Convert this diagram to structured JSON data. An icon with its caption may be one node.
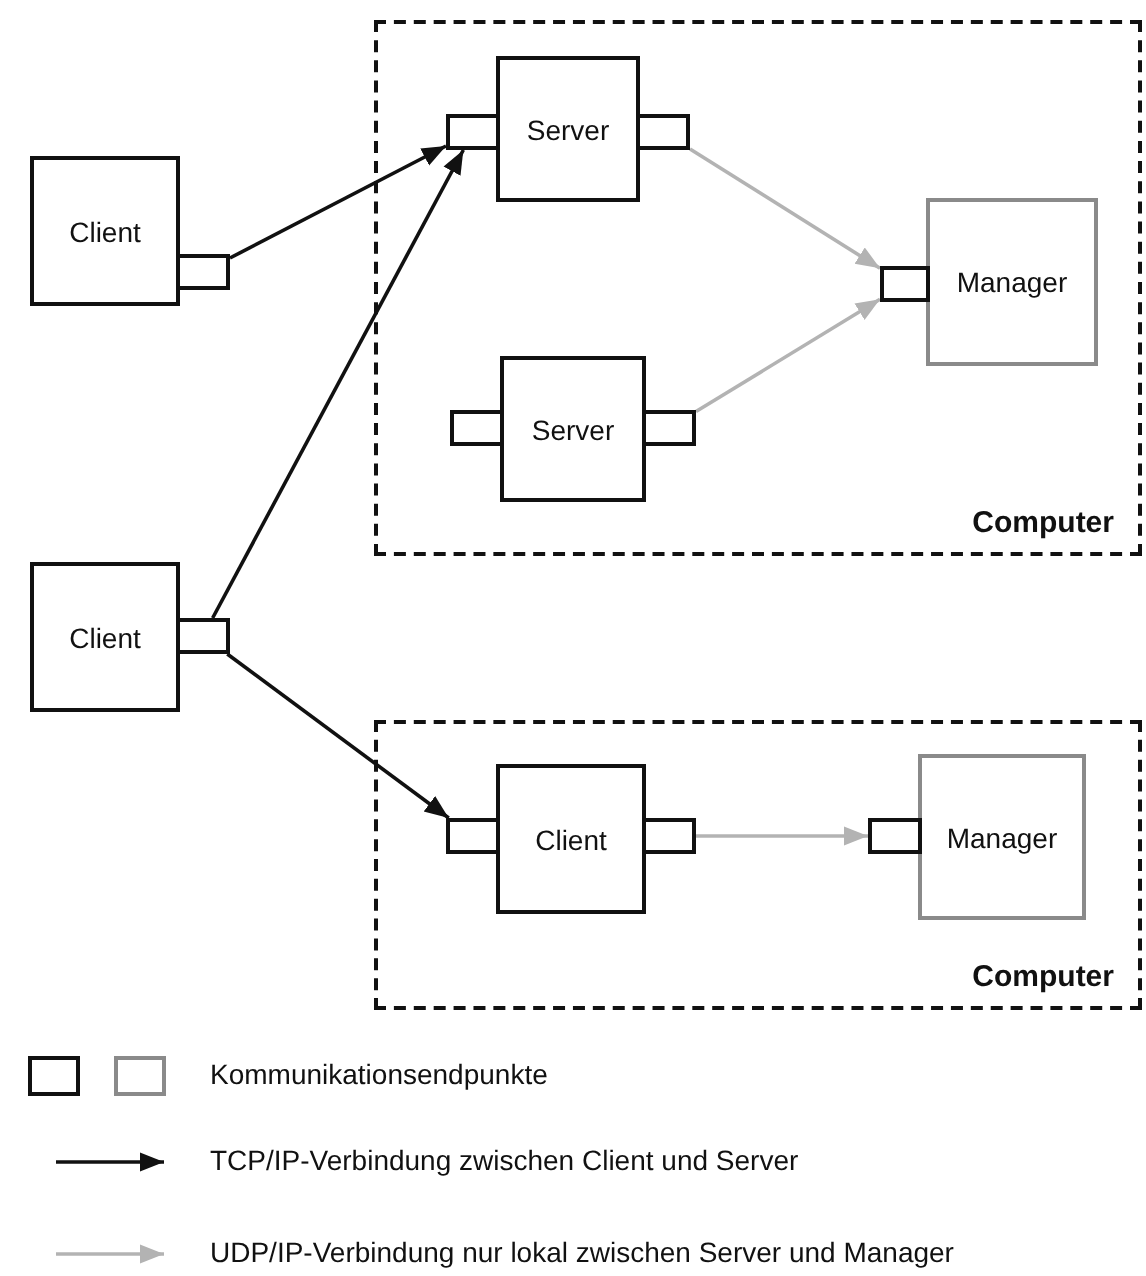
{
  "diagram": {
    "nodes": [
      {
        "text": [
          "Computer"
        ]
      },
      {
        "text": [
          "Server"
        ],
        "in": 0
      },
      {
        "text": [],
        "shape": "box",
        "in": 0
      },
      {
        "text": [],
        "shape": "box",
        "in": 0
      },
      {
        "text": [
          "Manager"
        ],
        "in": 0
      },
      {
        "text": [],
        "shape": "box",
        "in": 0
      },
      {
        "text": [
          "Server"
        ],
        "in": 0
      },
      {
        "text": [],
        "shape": "box",
        "in": 0
      },
      {
        "text": [],
        "shape": "box",
        "in": 0
      },
      {
        "text": [
          "Client"
        ]
      },
      {
        "text": [],
        "shape": "box"
      },
      {
        "text": [
          "Client"
        ]
      },
      {
        "text": [],
        "shape": "box"
      },
      {
        "text": [
          "Computer"
        ]
      },
      {
        "text": [
          "Client"
        ],
        "in": 13
      },
      {
        "text": [],
        "shape": "box",
        "in": 13
      },
      {
        "text": [],
        "shape": "box",
        "in": 13
      },
      {
        "text": [
          "Manager"
        ],
        "in": 13
      },
      {
        "text": [],
        "shape": "box",
        "in": 13
      }
    ],
    "edges": [
      {
        "from": 10,
        "to": 2,
        "arrow": "to"
      },
      {
        "from": 12,
        "to": 2,
        "arrow": "to"
      },
      {
        "from": 12,
        "to": 15,
        "arrow": "to"
      },
      {
        "from": 3,
        "to": 5,
        "arrow": "to",
        "color": "#b3b3b3"
      },
      {
        "from": 8,
        "to": 5,
        "arrow": "to",
        "color": "#b3b3b3"
      },
      {
        "from": 16,
        "to": 18,
        "arrow": "to",
        "color": "#b3b3b3"
      }
    ],
    "legend": [
      {
        "text": "Kommunikationsendpunkte"
      },
      {
        "text": "TCP/IP-Verbindung zwischen Client und Server"
      },
      {
        "text": "UDP/IP-Verbindung nur lokal zwischen Server und Manager"
      }
    ]
  }
}
